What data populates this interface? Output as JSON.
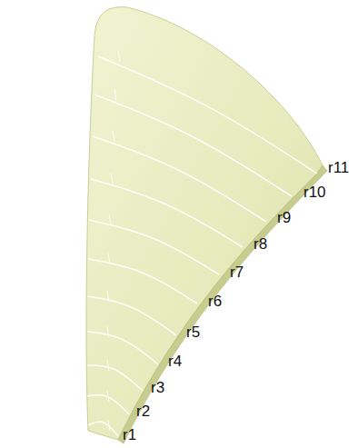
{
  "diagram": {
    "labels": [
      "r1",
      "r2",
      "r3",
      "r4",
      "r5",
      "r6",
      "r7",
      "r8",
      "r9",
      "r10",
      "r11"
    ]
  }
}
